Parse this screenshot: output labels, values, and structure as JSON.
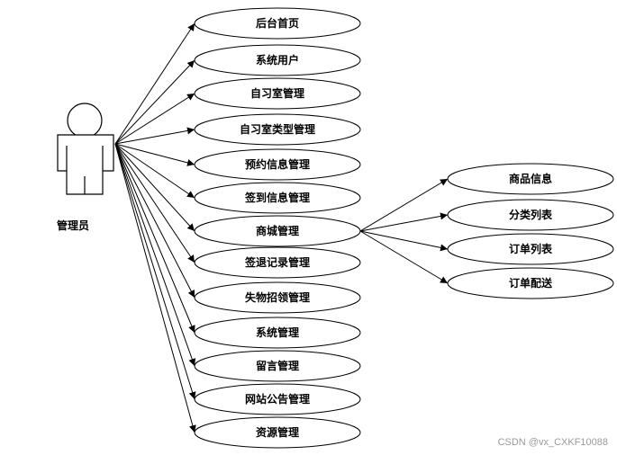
{
  "actor": {
    "label": "管理员"
  },
  "use_cases": [
    "后台首页",
    "系统用户",
    "自习室管理",
    "自习室类型管理",
    "预约信息管理",
    "签到信息管理",
    "商城管理",
    "签退记录管理",
    "失物招领管理",
    "系统管理",
    "留言管理",
    "网站公告管理",
    "资源管理"
  ],
  "sub_use_cases": {
    "parent": "商城管理",
    "items": [
      "商品信息",
      "分类列表",
      "订单列表",
      "订单配送"
    ]
  },
  "watermark": "CSDN @vx_CXKF10088"
}
